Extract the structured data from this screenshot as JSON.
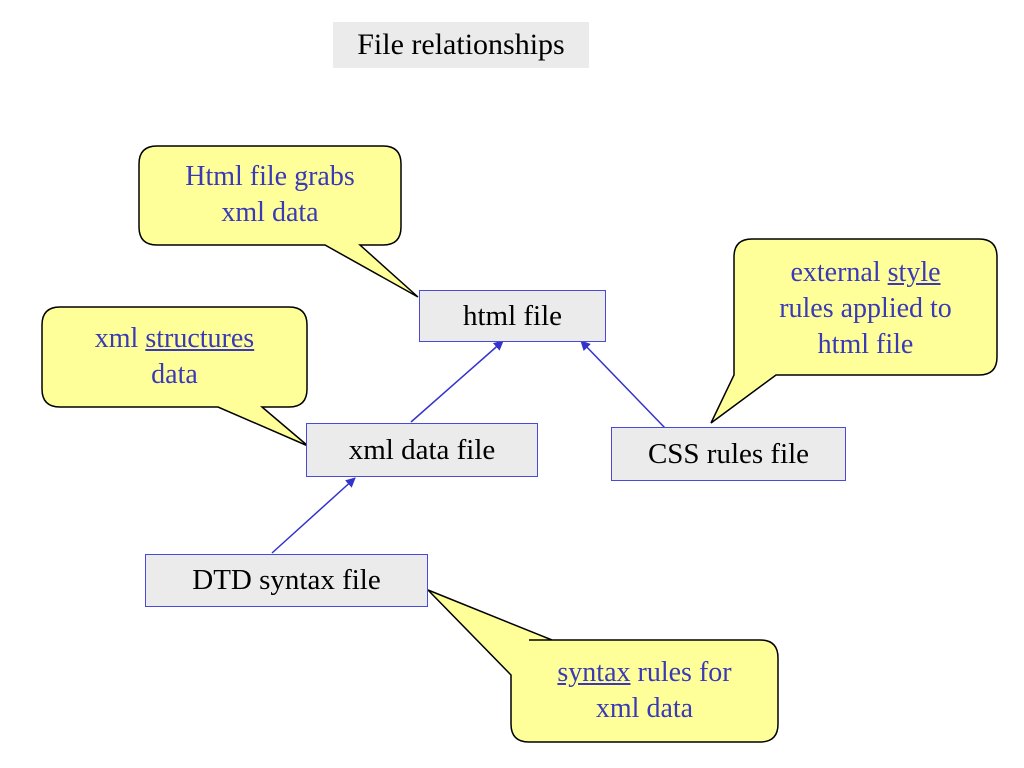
{
  "title": "File relationships",
  "files": {
    "html": "html file",
    "xml": "xml data file",
    "css": "CSS rules file",
    "dtd": "DTD syntax file"
  },
  "callouts": {
    "html_grabs": {
      "line1": "Html file grabs",
      "line2": "xml data"
    },
    "xml_structures": {
      "pre": "xml ",
      "link": "structures",
      "line2": "data"
    },
    "css_style": {
      "pre": "external ",
      "link": "style",
      "line2": "rules applied to",
      "line3": "html file"
    },
    "dtd_syntax": {
      "link": "syntax",
      "post": " rules for",
      "line2": "xml data"
    }
  },
  "colors": {
    "callout_fill": "#ffff99",
    "callout_text": "#3a3ab8",
    "arrow": "#3333cc",
    "box_fill": "#ebebeb"
  }
}
